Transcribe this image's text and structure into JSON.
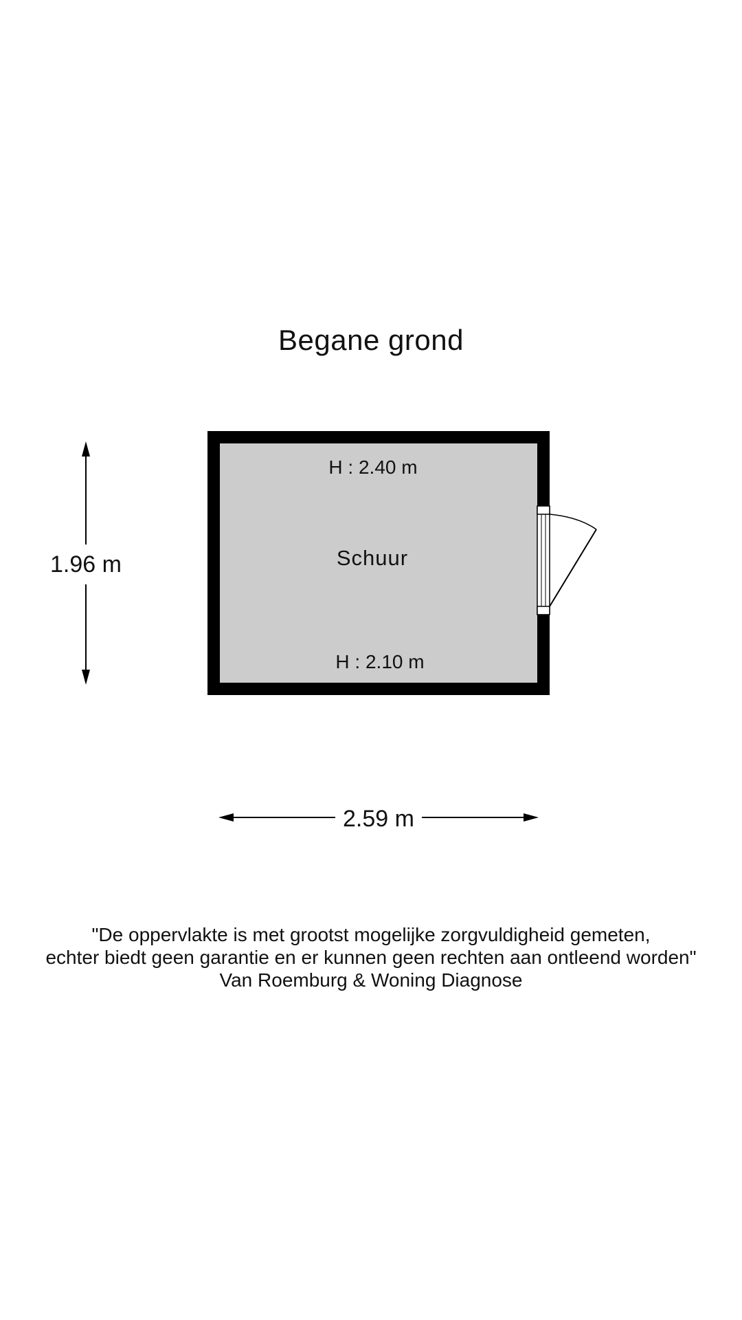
{
  "floor": {
    "title": "Begane grond"
  },
  "room": {
    "name": "Schuur",
    "height_top": "H : 2.40 m",
    "height_bottom": "H : 2.10 m",
    "wall_color": "#000000",
    "floor_color": "#cccccc"
  },
  "dimensions": {
    "vertical": "1.96 m",
    "horizontal": "2.59 m"
  },
  "disclaimer": {
    "line1": "\"De oppervlakte is met grootst mogelijke zorgvuldigheid gemeten,",
    "line2": "echter biedt geen garantie en er kunnen geen rechten aan ontleend worden\"",
    "line3": "Van Roemburg & Woning Diagnose"
  }
}
